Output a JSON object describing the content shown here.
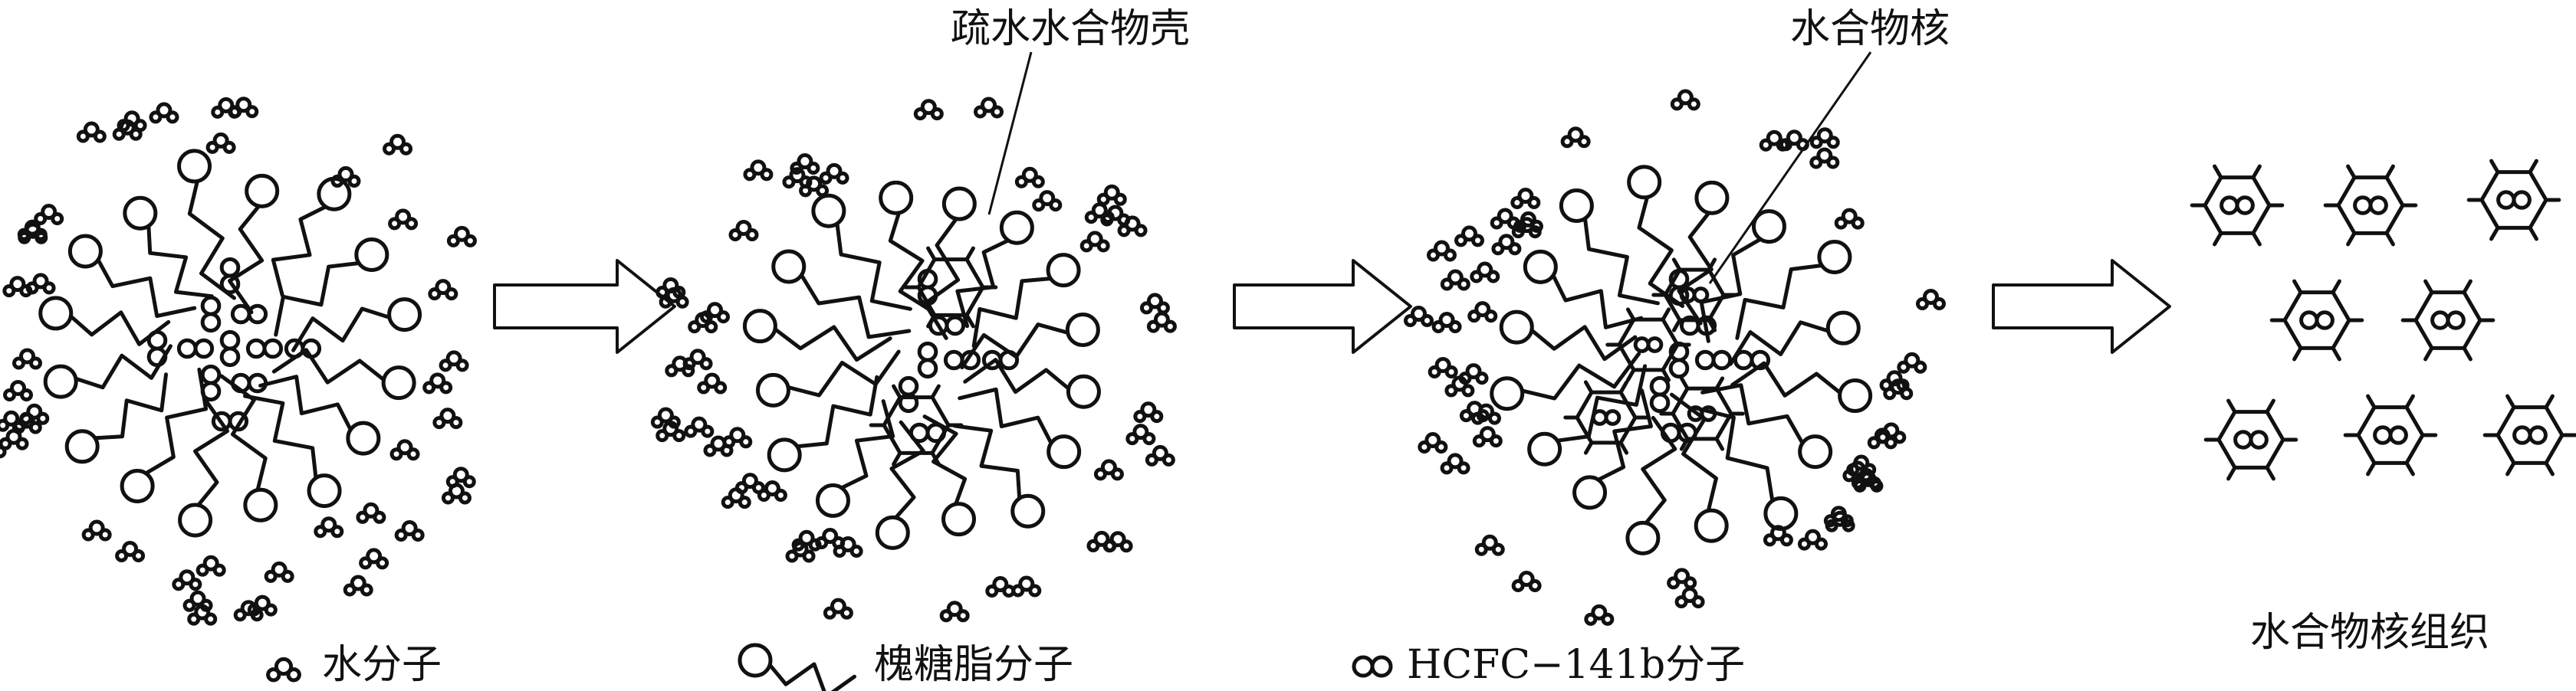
{
  "labels": {
    "shell": "疏水水合物壳",
    "core": "水合物核",
    "structure": "水合物核组织"
  },
  "legend": [
    {
      "icon": "water-molecule-icon",
      "label": "水分子"
    },
    {
      "icon": "sophorolipid-molecule-icon",
      "label": "槐糖脂分子"
    },
    {
      "icon": "hcfc-molecule-icon",
      "label": "HCFC−141b分子"
    }
  ],
  "stages": [
    "micelle",
    "hydrate-shell",
    "hydrate-core",
    "hydrate-core-structure"
  ],
  "colors": {
    "ink": "#111111",
    "background": "#ffffff"
  }
}
